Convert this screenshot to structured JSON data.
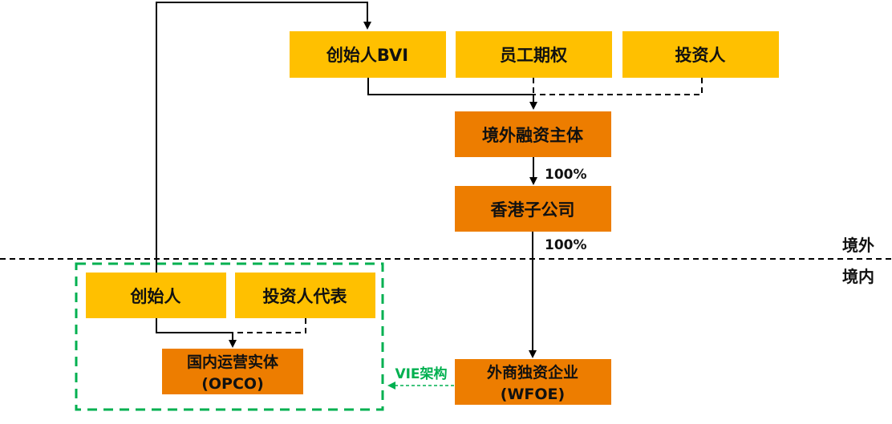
{
  "colors": {
    "yellow_node": "#FFC000",
    "orange_node": "#ED7D00",
    "green_accent": "#00B050",
    "line": "#000000"
  },
  "nodes": {
    "founder_bvi": "创始人BVI",
    "employee_options": "员工期权",
    "investor": "投资人",
    "offshore_financing_entity": "境外融资主体",
    "hk_subsidiary": "香港子公司",
    "founder": "创始人",
    "investor_representative": "投资人代表",
    "opco_line1": "国内运营实体",
    "opco_line2": "(OPCO)",
    "wfoe_line1": "外商独资企业",
    "wfoe_line2": "(WFOE)"
  },
  "edges": {
    "offshore_to_hk_pct": "100%",
    "hk_to_wfoe_pct": "100%",
    "vie_label": "VIE架构"
  },
  "regions": {
    "offshore": "境外",
    "onshore": "境内"
  }
}
